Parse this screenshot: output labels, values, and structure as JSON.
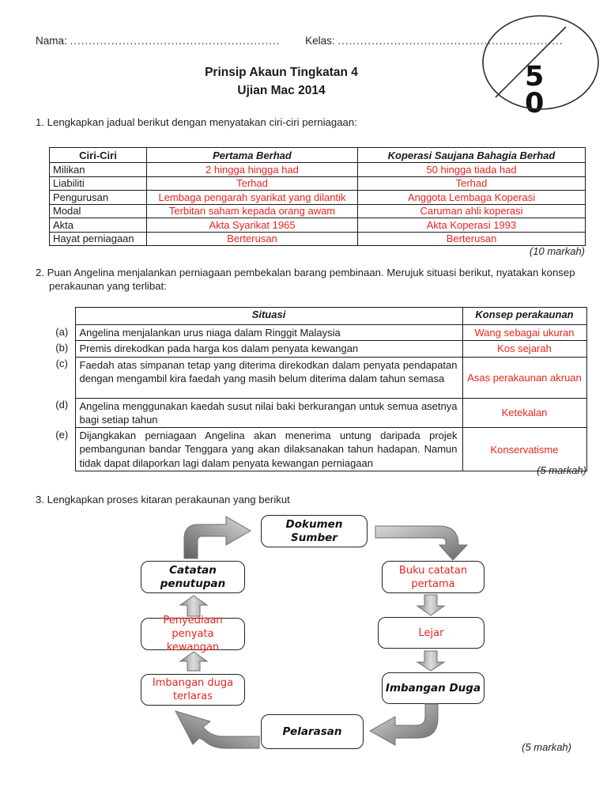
{
  "header": {
    "name_label": "Nama:",
    "name_dots": "........................................................",
    "class_label": "Kelas:",
    "class_dots": "............................................................",
    "title_line1": "Prinsip Akaun Tingkatan 4",
    "title_line2": "Ujian Mac 2014",
    "score_top": "5",
    "score_bottom": "0"
  },
  "colors": {
    "answer_red": "#e8251f"
  },
  "q1": {
    "prompt": "1. Lengkapkan jadual berikut dengan menyatakan ciri-ciri perniagaan:",
    "table": {
      "headers": [
        "Ciri-Ciri",
        "Pertama Berhad",
        "Koperasi Saujana Bahagia Berhad"
      ],
      "rows": [
        [
          "Milikan",
          "2  hingga hingga had",
          "50 hingga tiada had"
        ],
        [
          "Liabiliti",
          "Terhad",
          "Terhad"
        ],
        [
          "Pengurusan",
          "Lembaga pengarah syarikat yang dilantik",
          "Anggota Lembaga Koperasi"
        ],
        [
          "Modal",
          "Terbitan saham kepada orang awam",
          "Caruman ahli koperasi"
        ],
        [
          "Akta",
          "Akta Syarikat 1965",
          "Akta Koperasi 1993"
        ],
        [
          "Hayat perniagaan",
          "Berterusan",
          "Berterusan"
        ]
      ]
    },
    "marks": "(10 markah)"
  },
  "q2": {
    "prompt": "2. Puan Angelina menjalankan perniagaan pembekalan barang pembinaan. Merujuk situasi berikut, nyatakan konsep perakaunan yang terlibat:",
    "table": {
      "headers": [
        "Situasi",
        "Konsep perakaunan"
      ],
      "rows": [
        [
          "(a)",
          "Angelina menjalankan urus niaga dalam Ringgit Malaysia",
          "Wang sebagai ukuran"
        ],
        [
          "(b)",
          "Premis direkodkan pada harga kos dalam penyata kewangan",
          "Kos sejarah"
        ],
        [
          "(c)",
          "Faedah atas simpanan tetap yang diterima direkodkan dalam penyata pendapatan dengan mengambil kira faedah yang masih belum diterima dalam tahun semasa",
          "Asas perakaunan akruan"
        ],
        [
          "(d)",
          "Angelina menggunakan kaedah susut nilai baki berkurangan untuk semua asetnya bagi setiap tahun",
          "Ketekalan"
        ],
        [
          "(e)",
          "Dijangkakan perniagaan Angelina akan menerima untung daripada projek pembangunan bandar Tenggara yang akan dilaksanakan tahun hadapan. Namun tidak dapat dilaporkan lagi dalam penyata kewangan perniagaan",
          "Konservatisme"
        ]
      ]
    },
    "marks": "(5 markah)"
  },
  "q3": {
    "prompt": "3. Lengkapkan proses kitaran perakaunan yang berikut",
    "flow": {
      "nodes": {
        "dokumen": {
          "label": "Dokumen Sumber",
          "type": "given"
        },
        "buku": {
          "label": "Buku catatan pertama",
          "type": "answer"
        },
        "lejar": {
          "label": "Lejar",
          "type": "answer"
        },
        "imbangan": {
          "label": "Imbangan Duga",
          "type": "given"
        },
        "pelarasan": {
          "label": "Pelarasan",
          "type": "given"
        },
        "terlaras": {
          "label": "Imbangan duga terlaras",
          "type": "answer"
        },
        "penyediaan": {
          "label": "Penyediaan penyata kewangan",
          "type": "answer"
        },
        "catatan": {
          "label": "Catatan penutupan",
          "type": "given"
        }
      }
    },
    "marks": "(5 markah)"
  }
}
